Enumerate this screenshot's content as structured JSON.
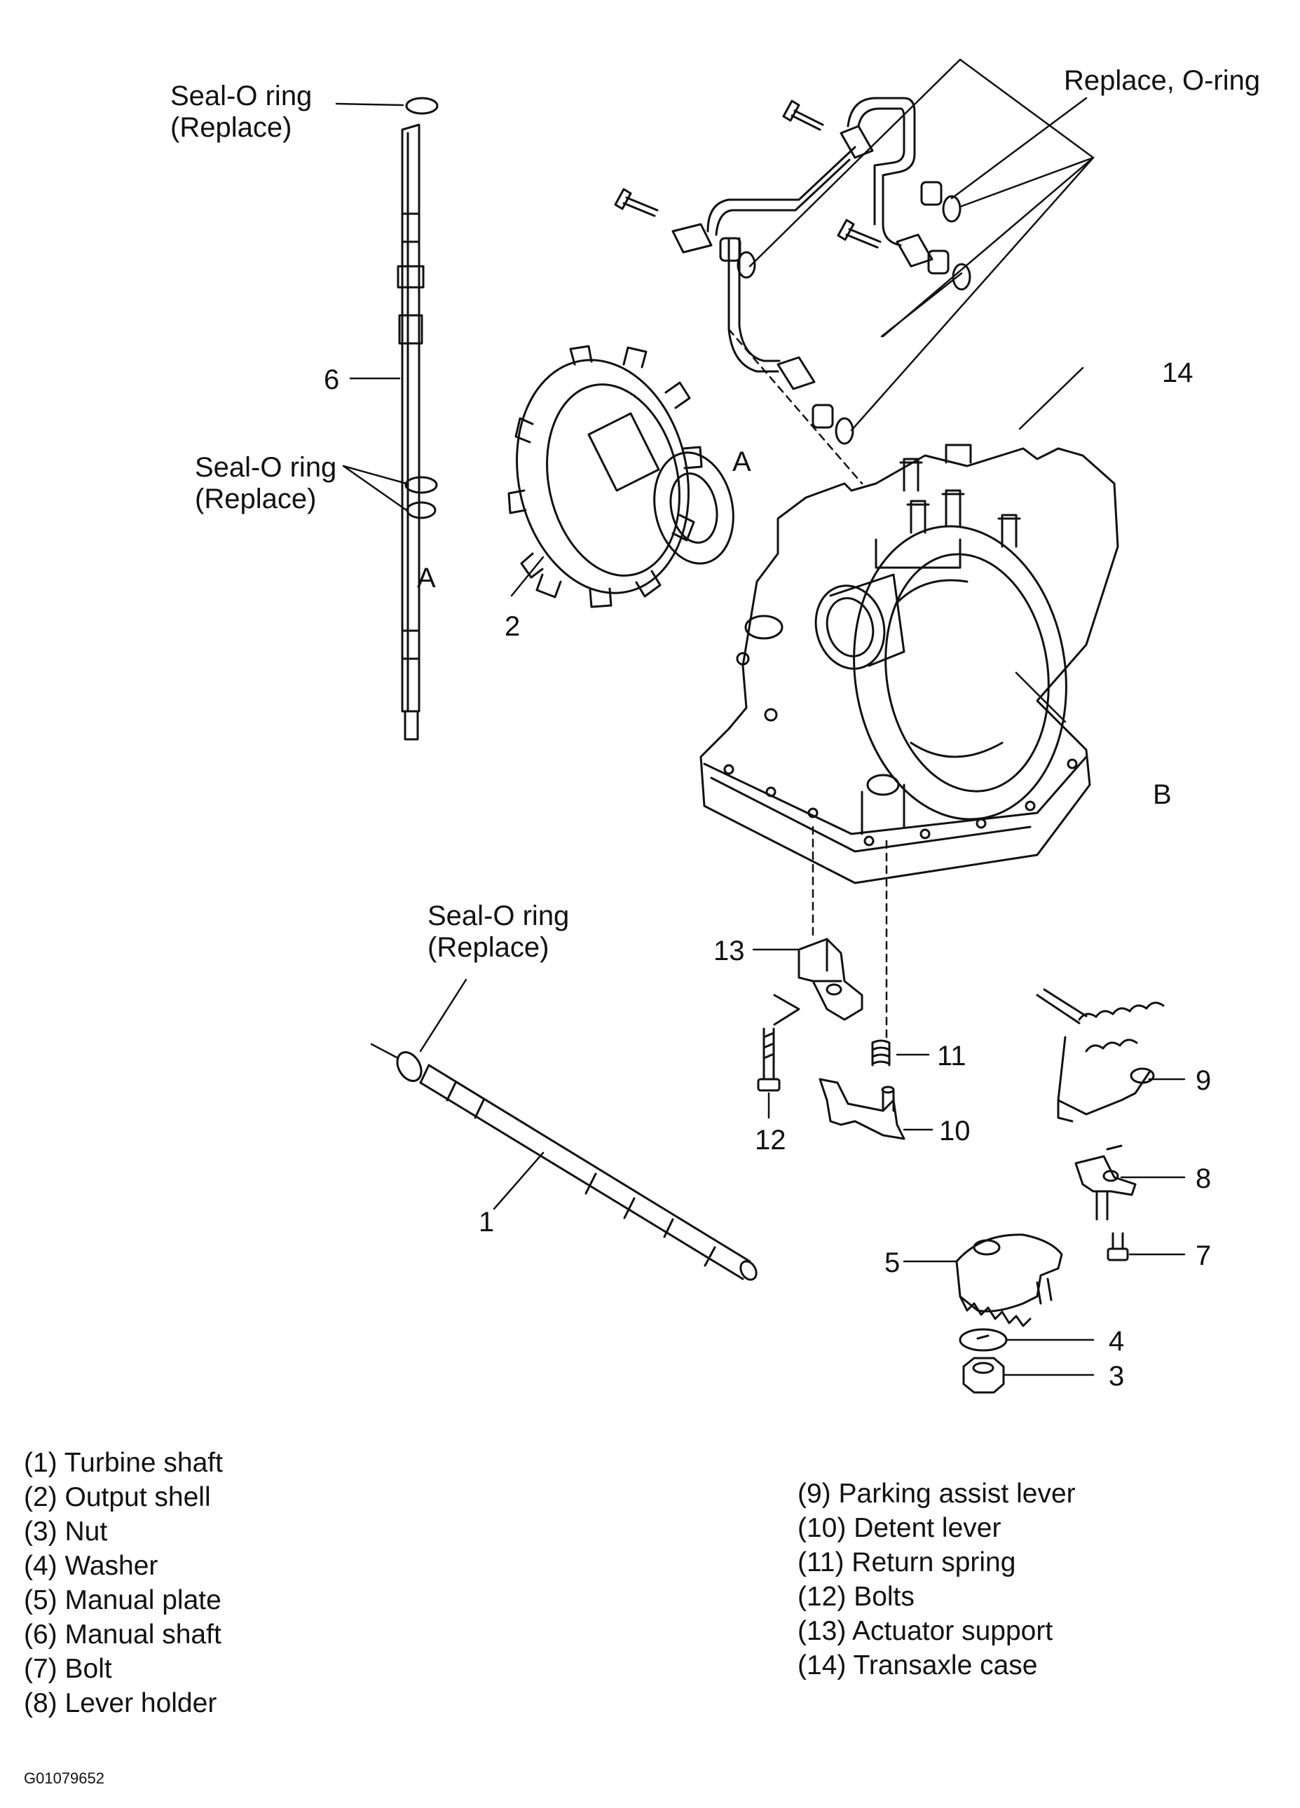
{
  "diagram": {
    "callouts": {
      "seal_o_ring_top": [
        "Seal-O ring",
        "(Replace)"
      ],
      "replace_o_ring": "Replace, O-ring",
      "seal_o_ring_mid": [
        "Seal-O ring",
        "(Replace)"
      ],
      "seal_o_ring_bottom": [
        "Seal-O ring",
        "(Replace)"
      ],
      "marker_a_left": "A",
      "marker_a_right": "A",
      "marker_b": "B",
      "num_1": "1",
      "num_2": "2",
      "num_3": "3",
      "num_4": "4",
      "num_5": "5",
      "num_6": "6",
      "num_7": "7",
      "num_8": "8",
      "num_9": "9",
      "num_10": "10",
      "num_11": "11",
      "num_12": "12",
      "num_13": "13",
      "num_14": "14"
    }
  },
  "legend": {
    "left": [
      "(1) Turbine shaft",
      "(2) Output shell",
      "(3) Nut",
      "(4) Washer",
      "(5) Manual plate",
      "(6) Manual shaft",
      "(7) Bolt",
      "(8) Lever holder"
    ],
    "right": [
      "(9) Parking assist lever",
      "(10) Detent lever",
      "(11) Return spring",
      "(12) Bolts",
      "(13) Actuator support",
      "(14) Transaxle case"
    ]
  },
  "figure_id": "G01079652"
}
